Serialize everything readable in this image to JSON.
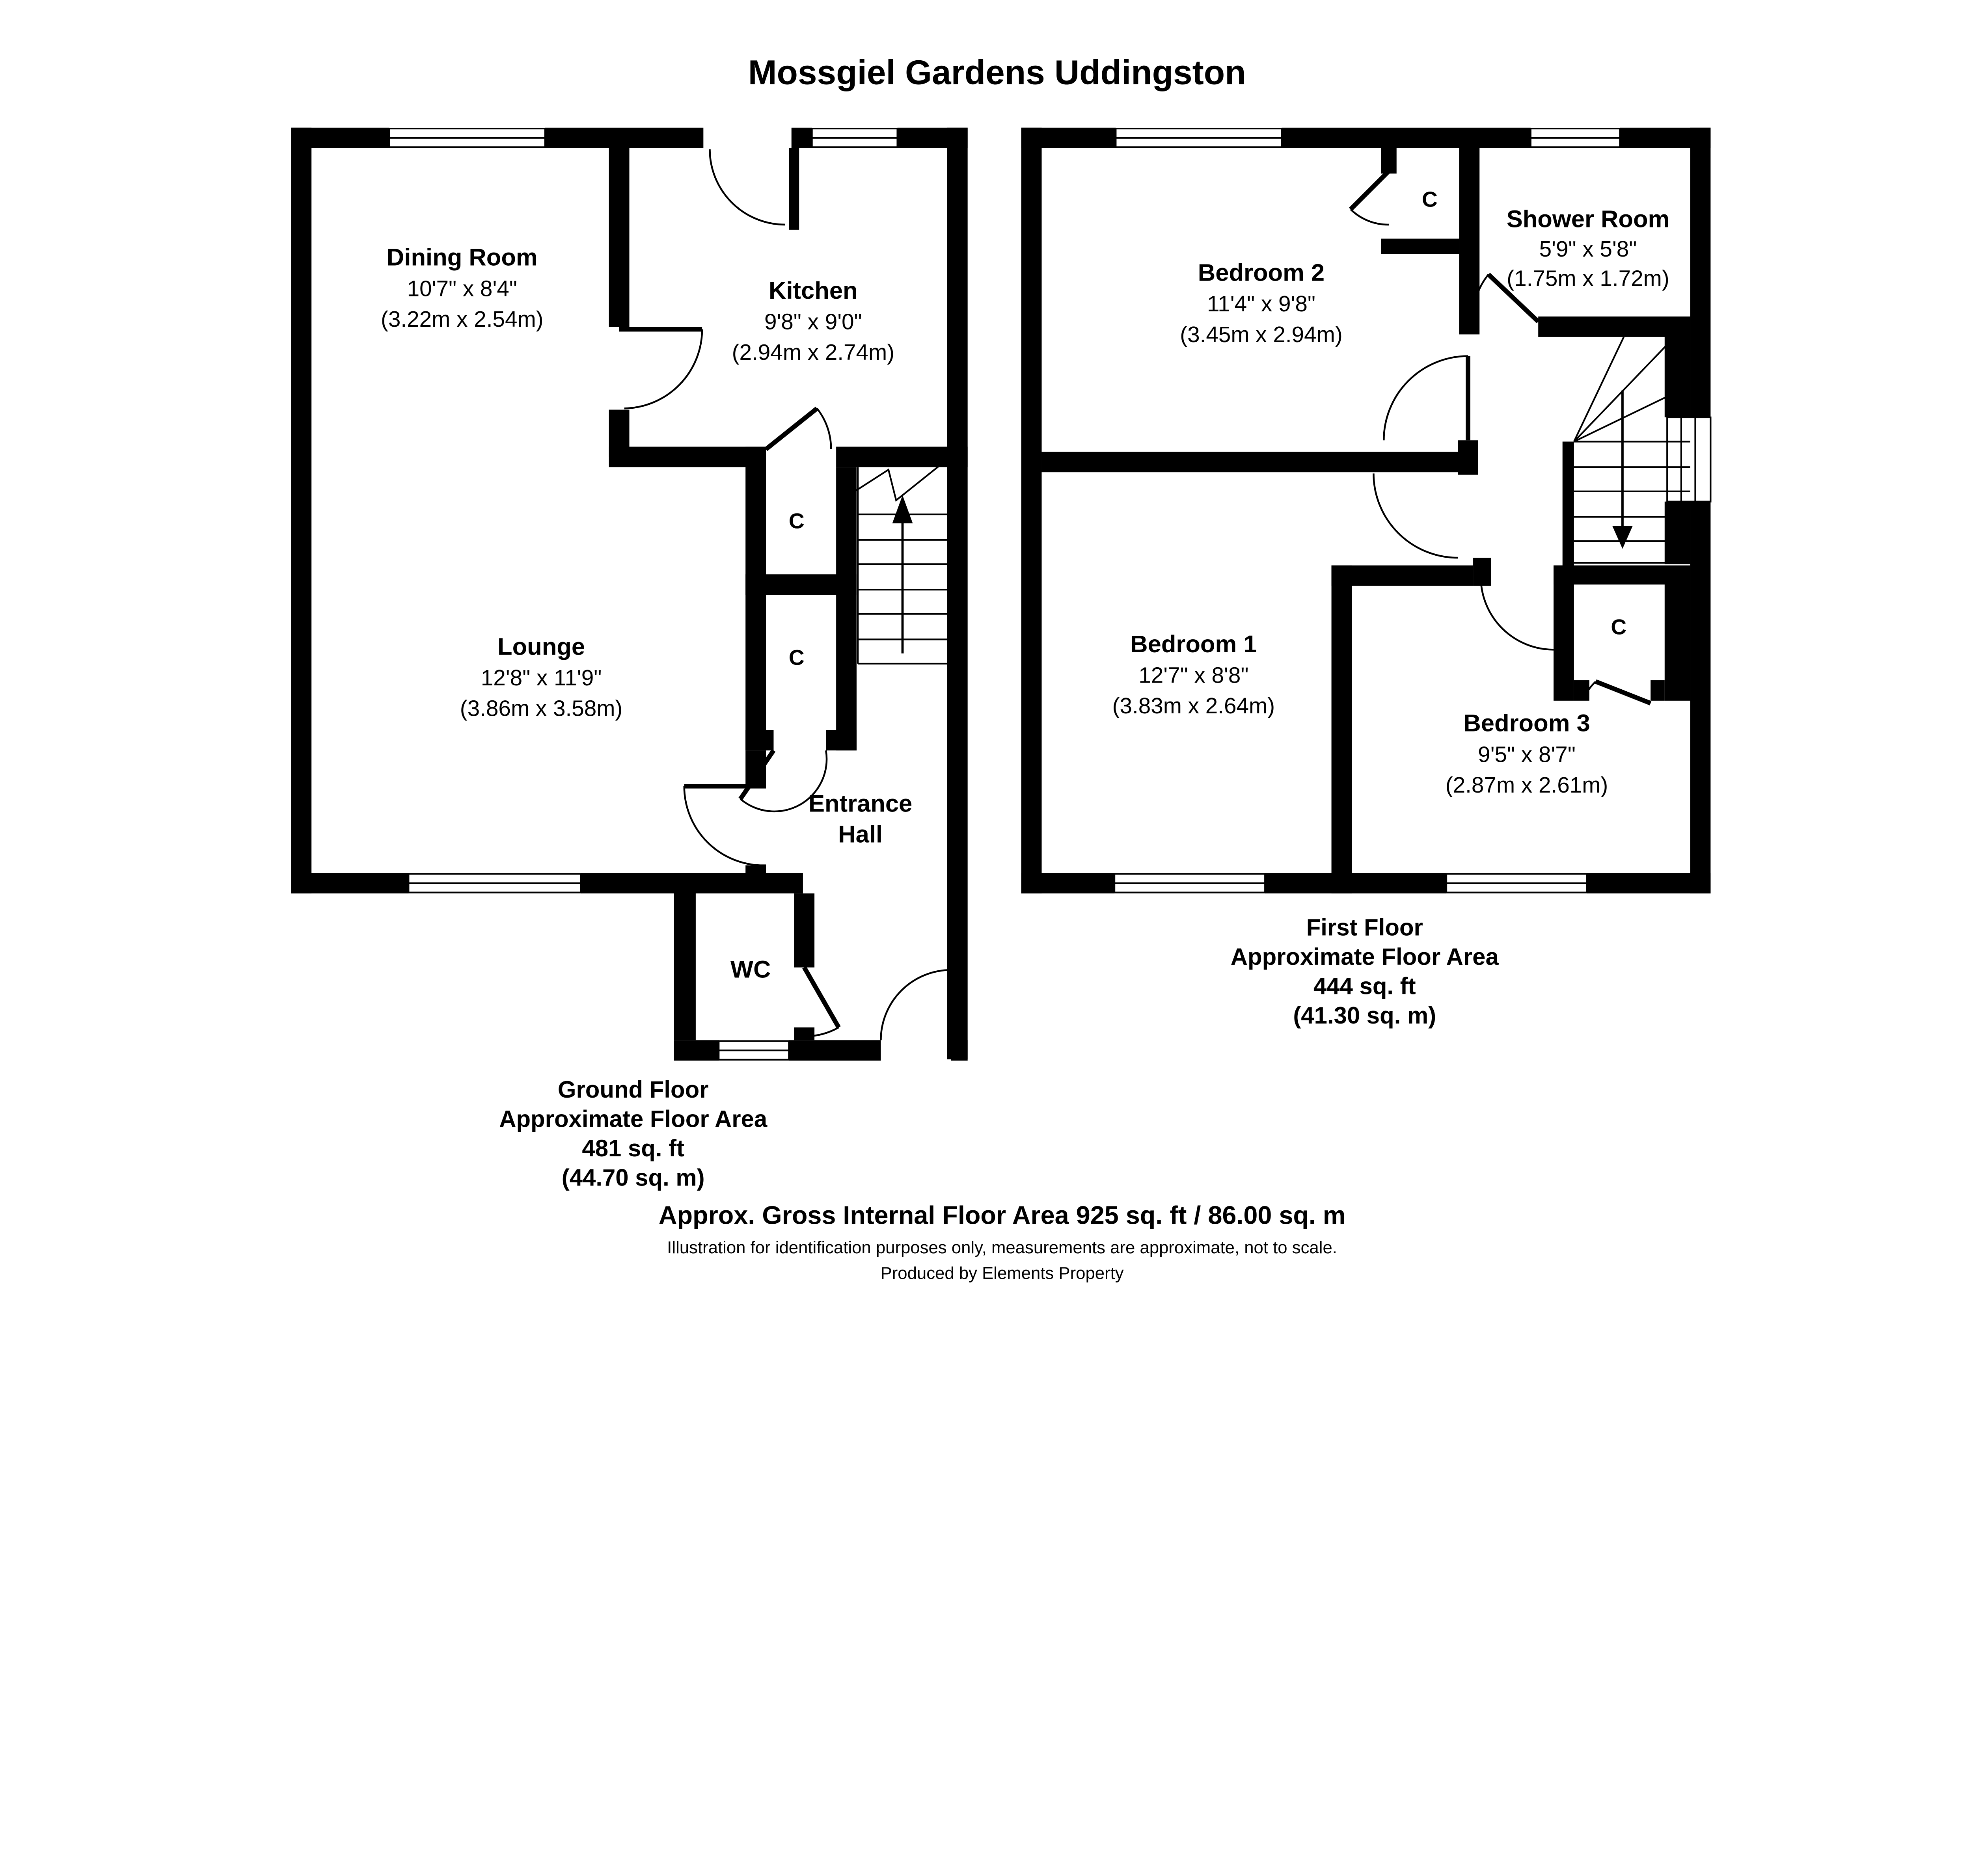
{
  "title": "Mossgiel Gardens Uddingston",
  "ground_floor": {
    "label": {
      "l1": "Ground Floor",
      "l2": "Approximate Floor Area",
      "l3": "481 sq. ft",
      "l4": "(44.70 sq. m)"
    },
    "dining": {
      "name": "Dining Room",
      "imp": "10'7\" x 8'4\"",
      "met": "(3.22m x 2.54m)"
    },
    "kitchen": {
      "name": "Kitchen",
      "imp": "9'8\" x 9'0\"",
      "met": "(2.94m x 2.74m)"
    },
    "lounge": {
      "name": "Lounge",
      "imp": "12'8\" x 11'9\"",
      "met": "(3.86m x 3.58m)"
    },
    "hall": {
      "l1": "Entrance",
      "l2": "Hall"
    },
    "wc": "WC",
    "closet_top": "C",
    "closet_bottom": "C"
  },
  "first_floor": {
    "label": {
      "l1": "First Floor",
      "l2": "Approximate Floor Area",
      "l3": "444 sq. ft",
      "l4": "(41.30 sq. m)"
    },
    "bedroom2": {
      "name": "Bedroom 2",
      "imp": "11'4\" x 9'8\"",
      "met": "(3.45m x 2.94m)"
    },
    "shower": {
      "name": "Shower Room",
      "imp": "5'9\" x 5'8\"",
      "met": "(1.75m x 1.72m)"
    },
    "bedroom1": {
      "name": "Bedroom 1",
      "imp": "12'7\" x 8'8\"",
      "met": "(3.83m x 2.64m)"
    },
    "bedroom3": {
      "name": "Bedroom 3",
      "imp": "9'5\" x 8'7\"",
      "met": "(2.87m x 2.61m)"
    },
    "closet_top": "C",
    "closet_right": "C"
  },
  "footer": {
    "gross": "Approx. Gross Internal Floor Area 925 sq. ft / 86.00 sq. m",
    "disclaimer": "Illustration for identification purposes only, measurements are approximate, not to scale.",
    "credit": "Produced by Elements Property"
  }
}
